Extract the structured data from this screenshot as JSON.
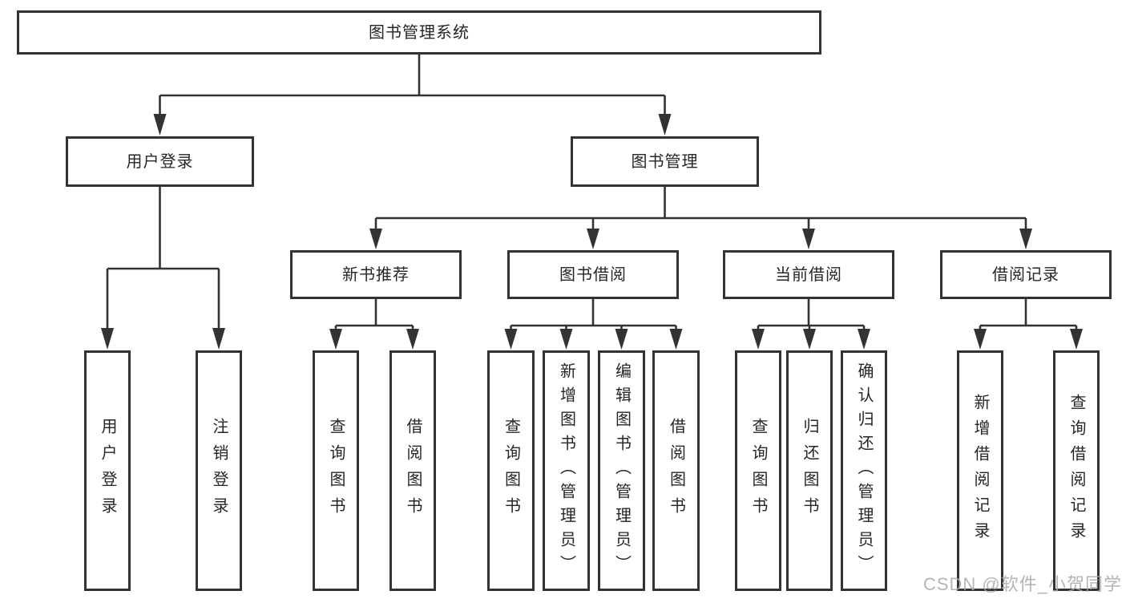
{
  "diagram": {
    "type": "hierarchy-tree",
    "title": "图书管理系统",
    "tree": {
      "label": "图书管理系统",
      "children": [
        {
          "label": "用户登录",
          "children": [
            {
              "label": "用户登录"
            },
            {
              "label": "注销登录"
            }
          ]
        },
        {
          "label": "图书管理",
          "children": [
            {
              "label": "新书推荐",
              "children": [
                {
                  "label": "查询图书"
                },
                {
                  "label": "借阅图书"
                }
              ]
            },
            {
              "label": "图书借阅",
              "children": [
                {
                  "label": "查询图书"
                },
                {
                  "label": "新增图书（管理员）"
                },
                {
                  "label": "编辑图书（管理员）"
                },
                {
                  "label": "借阅图书"
                }
              ]
            },
            {
              "label": "当前借阅",
              "children": [
                {
                  "label": "查询图书"
                },
                {
                  "label": "归还图书"
                },
                {
                  "label": "确认归还（管理员）"
                }
              ]
            },
            {
              "label": "借阅记录",
              "children": [
                {
                  "label": "新增借阅记录"
                },
                {
                  "label": "查询借阅记录"
                }
              ]
            }
          ]
        }
      ]
    },
    "colors": {
      "line": "#333333",
      "box_border": "#333333",
      "box_fill": "#ffffff",
      "text": "#262626",
      "background": "#ffffff",
      "watermark": "#a8a8a8"
    }
  },
  "watermark": {
    "text": "CSDN @软件_小贺同学"
  }
}
